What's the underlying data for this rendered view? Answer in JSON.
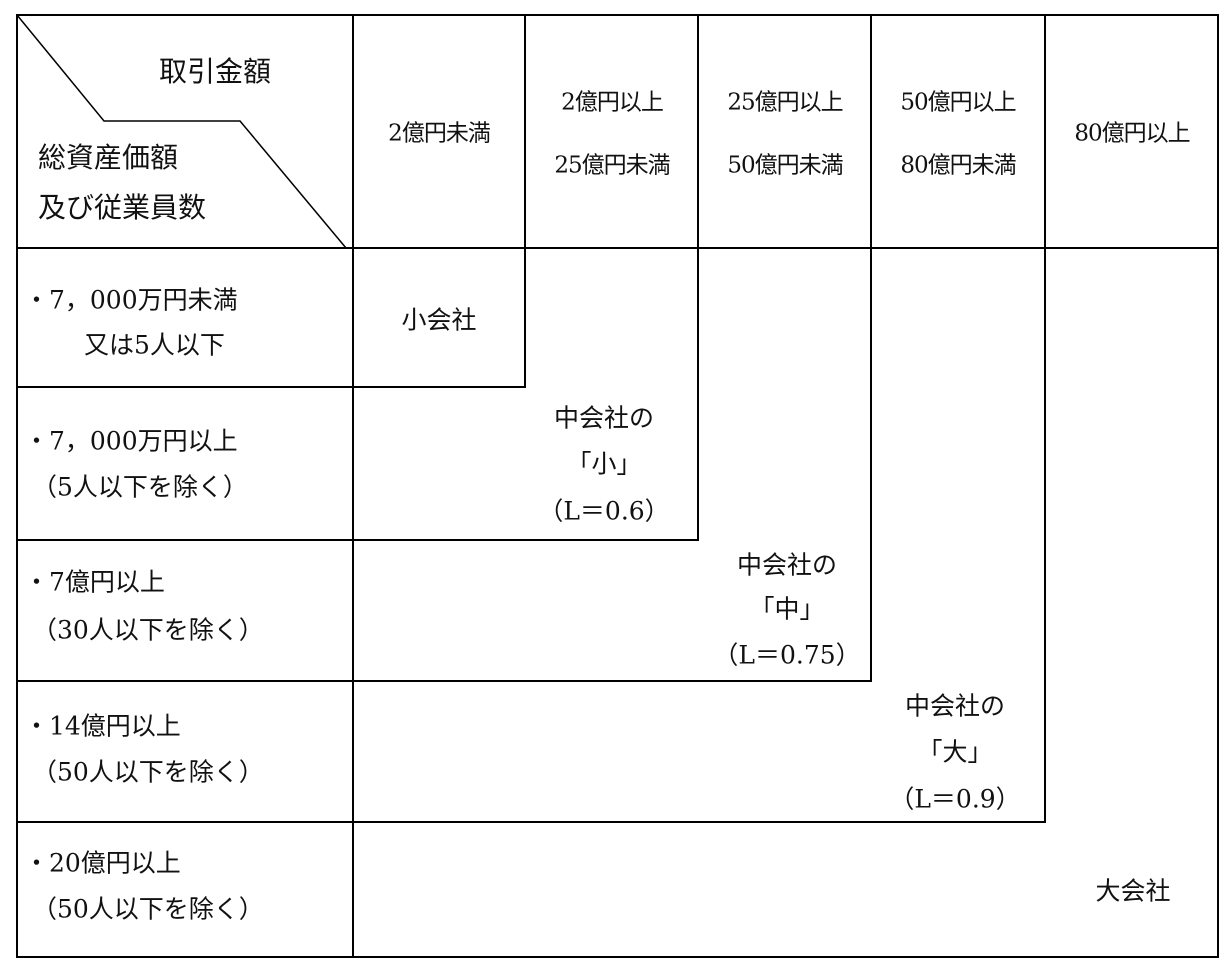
{
  "corner": {
    "top_label": "取引金額",
    "bottom_label_1": "総資産価額",
    "bottom_label_2": "及び従業員数"
  },
  "columns": [
    {
      "line1": "2億円未満",
      "line2": ""
    },
    {
      "line1": "2億円以上",
      "line2": "25億円未満"
    },
    {
      "line1": "25億円以上",
      "line2": "50億円未満"
    },
    {
      "line1": "50億円以上",
      "line2": "80億円未満"
    },
    {
      "line1": "80億円以上",
      "line2": ""
    }
  ],
  "rows": [
    {
      "line1": "・7，000万円未満",
      "line2": "又は5人以下"
    },
    {
      "line1": "・7，000万円以上",
      "line2": "（5人以下を除く）"
    },
    {
      "line1": "・7億円以上",
      "line2": "（30人以下を除く）"
    },
    {
      "line1": "・14億円以上",
      "line2": "（50人以下を除く）"
    },
    {
      "line1": "・20億円以上",
      "line2": "（50人以下を除く）"
    }
  ],
  "categories": {
    "small": "小会社",
    "mid_small": {
      "line1": "中会社の",
      "line2": "「小」",
      "line3": "（L＝0.6）"
    },
    "mid_mid": {
      "line1": "中会社の",
      "line2": "「中」",
      "line3": "（L＝0.75）"
    },
    "mid_large": {
      "line1": "中会社の",
      "line2": "「大」",
      "line3": "（L＝0.9）"
    },
    "large": "大会社"
  }
}
